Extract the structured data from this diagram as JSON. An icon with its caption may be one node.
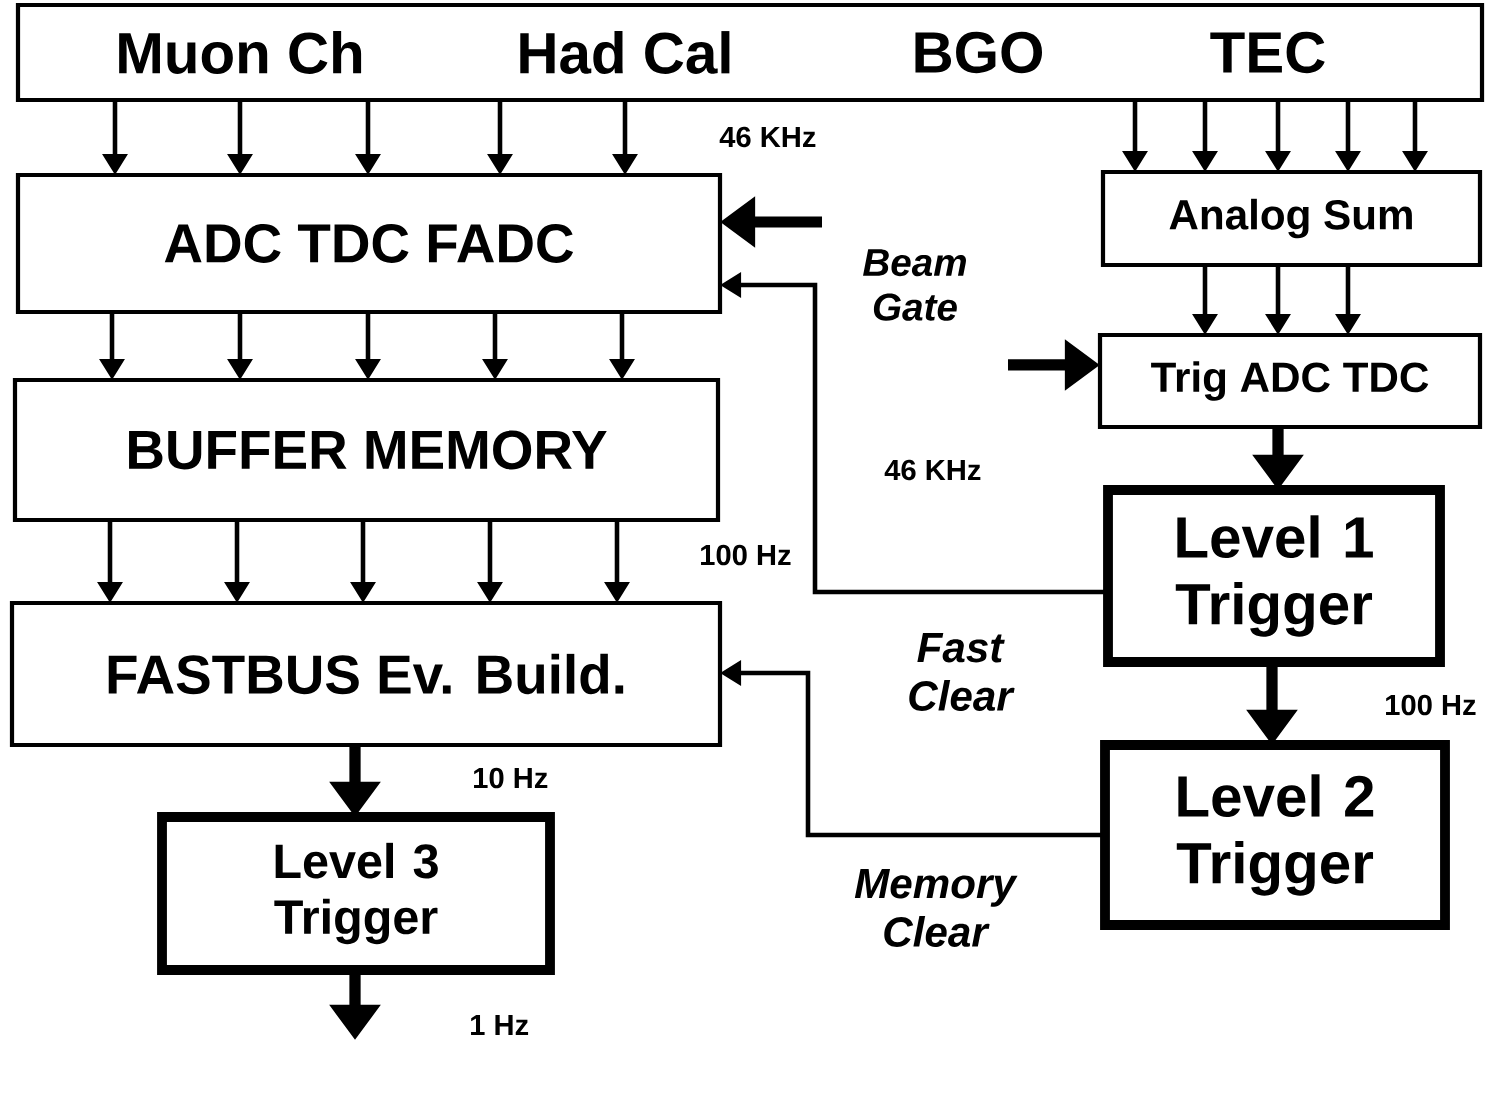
{
  "diagram": {
    "nodes": [
      {
        "text": [
          "Muon Ch",
          "Had Cal",
          "BGO",
          "TEC"
        ]
      },
      {
        "text": [
          "ADC TDC FADC"
        ]
      },
      {
        "text": [
          "BUFFER MEMORY"
        ]
      },
      {
        "text": [
          "FASTBUS Ev. Build."
        ]
      },
      {
        "text": [
          "Level 3 Trigger"
        ]
      },
      {
        "text": [
          "Analog Sum"
        ]
      },
      {
        "text": [
          "Trig ADC TDC"
        ]
      },
      {
        "text": [
          "Level 1 Trigger"
        ]
      },
      {
        "text": [
          "Level 2 Trigger"
        ]
      },
      {
        "text": [
          "Beam Gate"
        ]
      }
    ],
    "edges": [
      {
        "from": 0,
        "to": 1,
        "arrow": "to"
      },
      {
        "from": 0,
        "to": 1,
        "arrow": "to"
      },
      {
        "from": 0,
        "to": 1,
        "arrow": "to"
      },
      {
        "from": 0,
        "to": 1,
        "arrow": "to"
      },
      {
        "from": 0,
        "to": 1,
        "arrow": "to"
      },
      {
        "from": 0,
        "to": 5,
        "arrow": "to"
      },
      {
        "from": 0,
        "to": 5,
        "arrow": "to"
      },
      {
        "from": 0,
        "to": 5,
        "arrow": "to"
      },
      {
        "from": 0,
        "to": 5,
        "arrow": "to"
      },
      {
        "from": 0,
        "to": 5,
        "arrow": "to"
      },
      {
        "from": 1,
        "to": 2,
        "arrow": "to"
      },
      {
        "from": 1,
        "to": 2,
        "arrow": "to"
      },
      {
        "from": 1,
        "to": 2,
        "arrow": "to"
      },
      {
        "from": 1,
        "to": 2,
        "arrow": "to"
      },
      {
        "from": 1,
        "to": 2,
        "arrow": "to"
      },
      {
        "from": 2,
        "to": 3,
        "arrow": "to"
      },
      {
        "from": 2,
        "to": 3,
        "arrow": "to"
      },
      {
        "from": 2,
        "to": 3,
        "arrow": "to"
      },
      {
        "from": 2,
        "to": 3,
        "arrow": "to"
      },
      {
        "from": 2,
        "to": 3,
        "arrow": "to"
      },
      {
        "from": 5,
        "to": 6,
        "arrow": "to"
      },
      {
        "from": 5,
        "to": 6,
        "arrow": "to"
      },
      {
        "from": 5,
        "to": 6,
        "arrow": "to"
      },
      {
        "from": 6,
        "to": 7,
        "arrow": "to",
        "style": "thick"
      },
      {
        "from": 7,
        "to": 8,
        "arrow": "to",
        "style": "thick"
      },
      {
        "from": 3,
        "to": 4,
        "arrow": "to",
        "style": "thick"
      },
      {
        "from": 4,
        "to": null,
        "arrow": "to",
        "style": "thick"
      },
      {
        "from": 9,
        "to": 1,
        "arrow": "to",
        "style": "thick"
      },
      {
        "from": 9,
        "to": 6,
        "arrow": "to",
        "style": "thick"
      },
      {
        "from": 7,
        "to": 1,
        "arrow": "to",
        "label": "Fast Clear"
      },
      {
        "from": 8,
        "to": 3,
        "arrow": "to",
        "label": "Memory Clear"
      }
    ],
    "labels": [
      "46 KHz",
      "46 KHz",
      "100 Hz",
      "100 Hz",
      "10 Hz",
      "1 Hz"
    ]
  }
}
